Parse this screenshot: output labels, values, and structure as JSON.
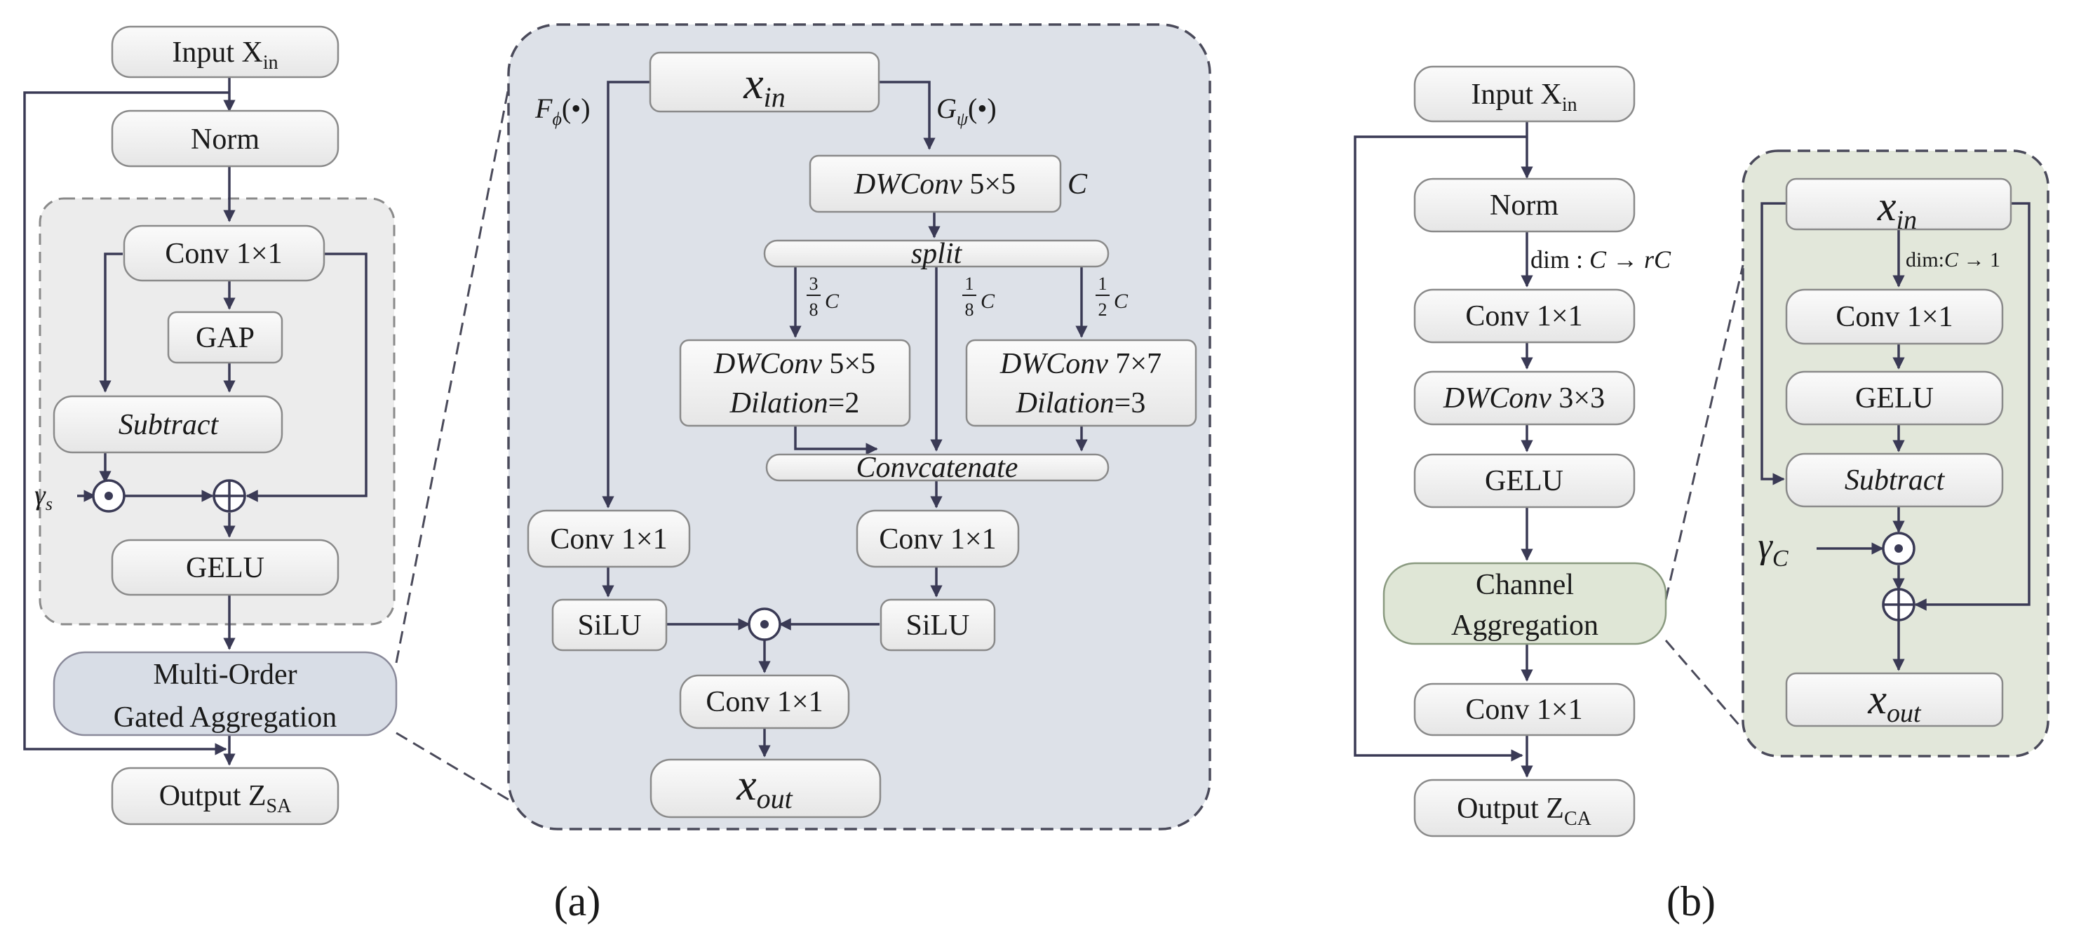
{
  "panel_a": {
    "caption": "(a)",
    "left": {
      "input": {
        "main": "Input X",
        "sub": "in"
      },
      "norm": "Norm",
      "conv": "Conv 1×1",
      "gap": "GAP",
      "subtract": "Subtract",
      "gamma": {
        "main": "γ",
        "sub": "s"
      },
      "gelu": "GELU",
      "moga_line1": "Multi-Order",
      "moga_line2": "Gated Aggregation",
      "output": {
        "main": "Output Z",
        "sub": "SA"
      }
    },
    "zoom": {
      "xin": {
        "main": "x",
        "sub": "in"
      },
      "f_label": {
        "main": "F",
        "sub": "ϕ",
        "tail": "(•)"
      },
      "g_label": {
        "main": "G",
        "sub": "ψ",
        "tail": "(•)"
      },
      "dwconv5": {
        "it": "DWConv",
        "rest": " 5×5"
      },
      "c_label": "C",
      "split": "split",
      "frac_38": {
        "num": "3",
        "den": "8",
        "c": "C"
      },
      "frac_18": {
        "num": "1",
        "den": "8",
        "c": "C"
      },
      "frac_12": {
        "num": "1",
        "den": "2",
        "c": "C"
      },
      "dw55_line1": {
        "it": "DWConv",
        "rest": " 5×5"
      },
      "dw55_line2": {
        "it": "Dilation",
        "rest": "=2"
      },
      "dw77_line1": {
        "it": "DWConv",
        "rest": " 7×7"
      },
      "dw77_line2": {
        "it": "Dilation",
        "rest": "=3"
      },
      "concat": "Convcatenate",
      "conv_left": "Conv 1×1",
      "conv_right": "Conv 1×1",
      "silu_left": "SiLU",
      "silu_right": "SiLU",
      "conv_out": "Conv 1×1",
      "xout": {
        "main": "x",
        "sub": "out"
      }
    }
  },
  "panel_b": {
    "caption": "(b)",
    "left": {
      "input": {
        "main": "Input X",
        "sub": "in"
      },
      "norm": "Norm",
      "dim": {
        "pre": "dim : ",
        "it1": "C",
        "arrow": " → ",
        "it2": "rC"
      },
      "conv1": "Conv 1×1",
      "dwconv": {
        "it": "DWConv",
        "rest": " 3×3"
      },
      "gelu": "GELU",
      "ca_line1": "Channel",
      "ca_line2": "Aggregation",
      "conv2": "Conv 1×1",
      "output": {
        "main": "Output Z",
        "sub": "CA"
      }
    },
    "zoom": {
      "xin": {
        "main": "x",
        "sub": "in"
      },
      "dim": {
        "pre": "dim:",
        "it1": "C",
        "arrow": " → ",
        "rest": "1"
      },
      "conv": "Conv 1×1",
      "gelu": "GELU",
      "subtract": "Subtract",
      "gamma": {
        "main": "γ",
        "sub": "C"
      },
      "xout": {
        "main": "x",
        "sub": "out"
      }
    }
  },
  "colors": {
    "panel_a_zoom_bg": "#dde1e8",
    "panel_b_zoom_bg": "#e2e7da",
    "moga_fill": "#d8dde6",
    "ca_fill": "#dfe6d6",
    "wire": "#3a3a55",
    "box_fill": "#f0f0f0"
  }
}
